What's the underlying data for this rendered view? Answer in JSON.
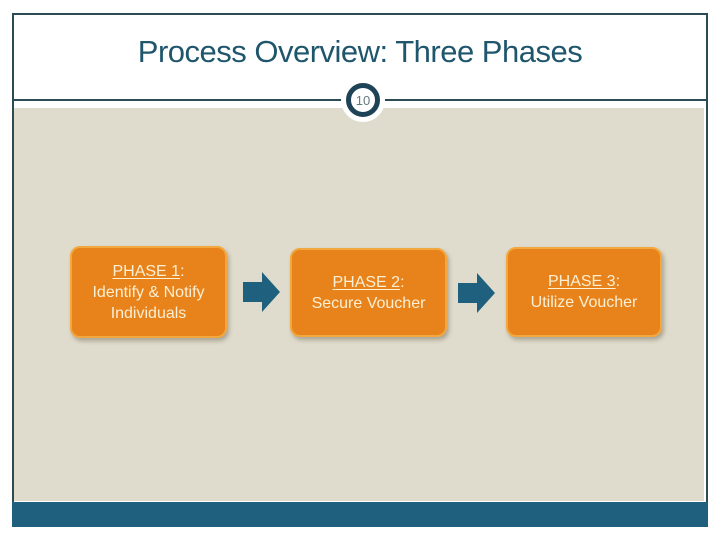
{
  "slide": {
    "title": "Process Overview: Three Phases",
    "page_number": "10",
    "phases": [
      {
        "heading": "PHASE 1",
        "suffix": ":",
        "body": "Identify & Notify Individuals"
      },
      {
        "heading": "PHASE 2",
        "suffix": ":",
        "body": "Secure Voucher"
      },
      {
        "heading": "PHASE 3",
        "suffix": ":",
        "body": "Utilize Voucher"
      }
    ]
  },
  "icons": {
    "flow_arrow": "block-arrow-right"
  },
  "colors": {
    "title_text": "#1F566C",
    "accent_teal": "#20607F",
    "badge_ring": "#1E4356",
    "badge_number_text": "#64787F",
    "frame_border": "#2C4B54",
    "body_background": "#E0DCCD",
    "box_fill": "#E8831C",
    "box_border": "#F2A73F",
    "box_text": "#FBEFD4"
  }
}
